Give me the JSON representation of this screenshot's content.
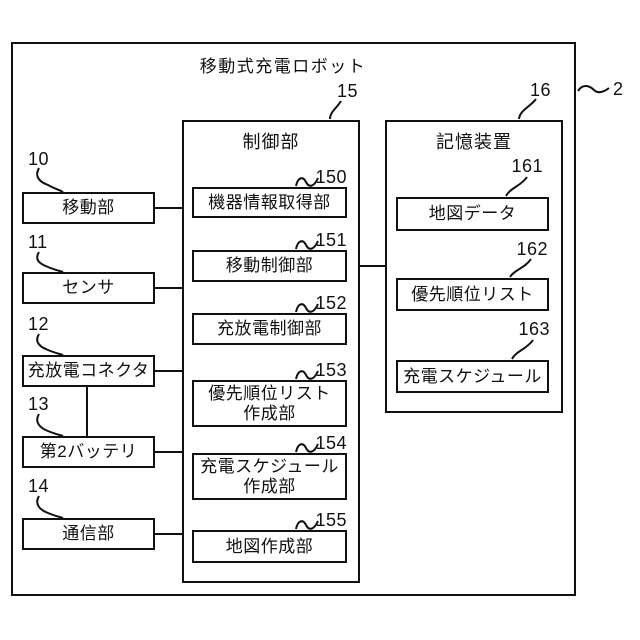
{
  "diagram": {
    "title": "移動式充電ロボット",
    "outer_ref": "2",
    "left_boxes": [
      {
        "ref": "10",
        "label": "移動部"
      },
      {
        "ref": "11",
        "label": "センサ"
      },
      {
        "ref": "12",
        "label": "充放電コネクタ"
      },
      {
        "ref": "13",
        "label": "第2バッテリ"
      },
      {
        "ref": "14",
        "label": "通信部"
      }
    ],
    "control_unit": {
      "ref": "15",
      "title": "制御部",
      "boxes": [
        {
          "ref": "150",
          "label": "機器情報取得部"
        },
        {
          "ref": "151",
          "label": "移動制御部"
        },
        {
          "ref": "152",
          "label": "充放電制御部"
        },
        {
          "ref": "153",
          "label": "優先順位リスト\n作成部"
        },
        {
          "ref": "154",
          "label": "充電スケジュール\n作成部"
        },
        {
          "ref": "155",
          "label": "地図作成部"
        }
      ]
    },
    "storage_device": {
      "ref": "16",
      "title": "記憶装置",
      "boxes": [
        {
          "ref": "161",
          "label": "地図データ"
        },
        {
          "ref": "162",
          "label": "優先順位リスト"
        },
        {
          "ref": "163",
          "label": "充電スケジュール"
        }
      ]
    },
    "colors": {
      "line": "#111111",
      "background": "#ffffff"
    }
  }
}
